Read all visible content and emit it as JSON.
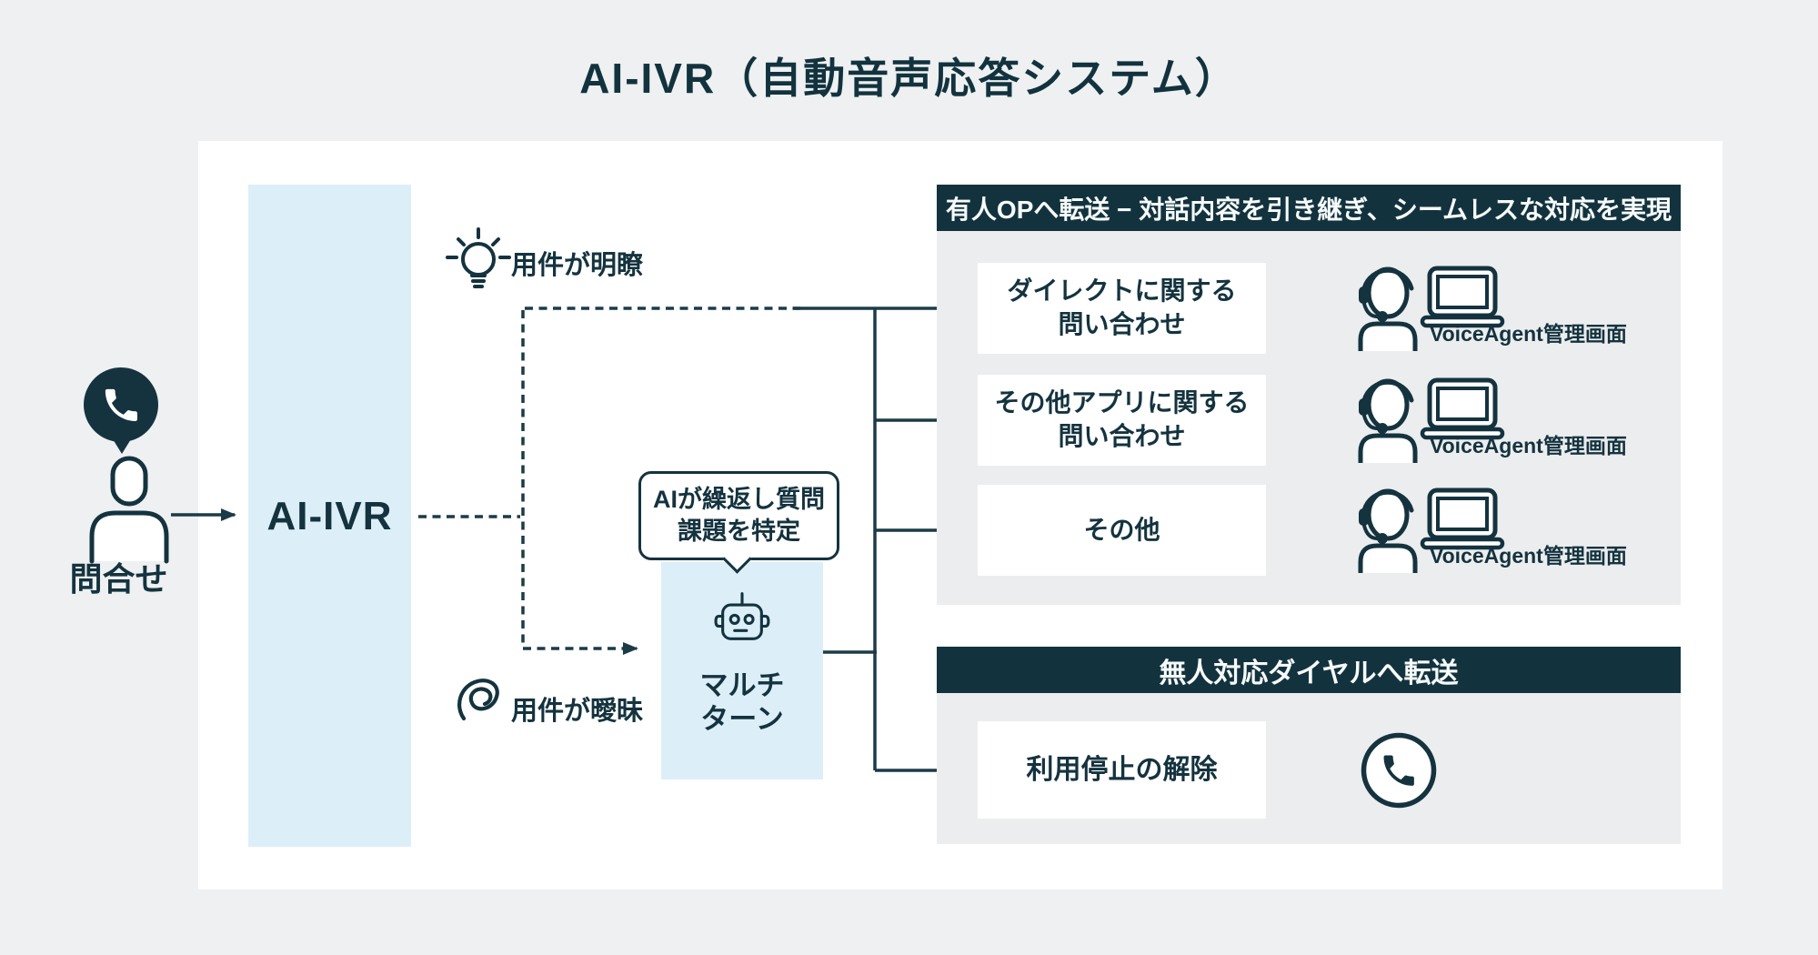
{
  "title": "AI-IVR（自動音声応答システム）",
  "caller": {
    "label": "問合せ",
    "icon": "phone-bubble-icon"
  },
  "ivr": {
    "label": "AI-IVR"
  },
  "branch_clear": {
    "label": "用件が明瞭",
    "icon": "lightbulb-icon"
  },
  "branch_vague": {
    "label": "用件が曖昧",
    "icon": "squiggle-icon"
  },
  "bubble": {
    "line1": "AIが繰返し質問",
    "line2": "課題を特定"
  },
  "multiturn": {
    "line1": "マルチ",
    "line2": "ターン",
    "icon": "robot-icon"
  },
  "human_section": {
    "header": "有人OPへ転送 − 対話内容を引き継ぎ、シームレスな対応を実現",
    "items": [
      {
        "line1": "ダイレクトに関する",
        "line2": "問い合わせ",
        "dest": "VoiceAgent管理画面",
        "dest_icon": "operator-laptop-icon"
      },
      {
        "line1": "その他アプリに関する",
        "line2": "問い合わせ",
        "dest": "VoiceAgent管理画面",
        "dest_icon": "operator-laptop-icon"
      },
      {
        "line1": "その他",
        "line2": "",
        "dest": "VoiceAgent管理画面",
        "dest_icon": "operator-laptop-icon"
      }
    ]
  },
  "unmanned_section": {
    "header": "無人対応ダイヤルへ転送",
    "items": [
      {
        "label": "利用停止の解除",
        "dest_icon": "phone-circle-icon"
      }
    ]
  },
  "colors": {
    "ink": "#14333F",
    "header_bg": "#12333E",
    "light_blue": "#DCEFF8",
    "panel_gray": "#ECEDEE",
    "page_bg": "#EEF0F1",
    "box_white": "#FFFFFF"
  }
}
